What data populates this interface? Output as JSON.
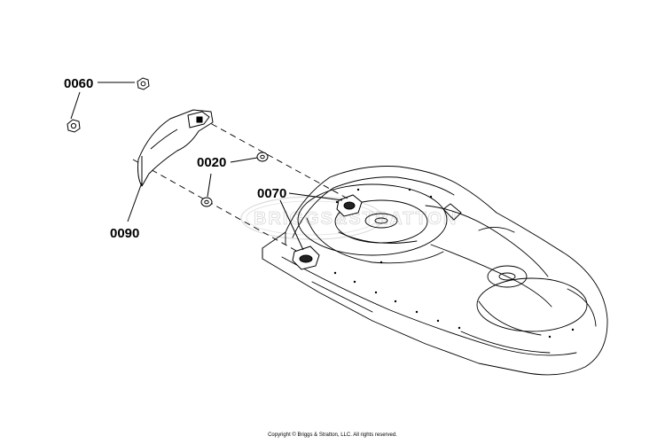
{
  "diagram": {
    "callouts": [
      "0060",
      "0020",
      "0070",
      "0090"
    ],
    "watermark": "BRIGGS&STRATTON",
    "copyright": "Copyright © Briggs & Stratton, LLC. All rights reserved."
  }
}
